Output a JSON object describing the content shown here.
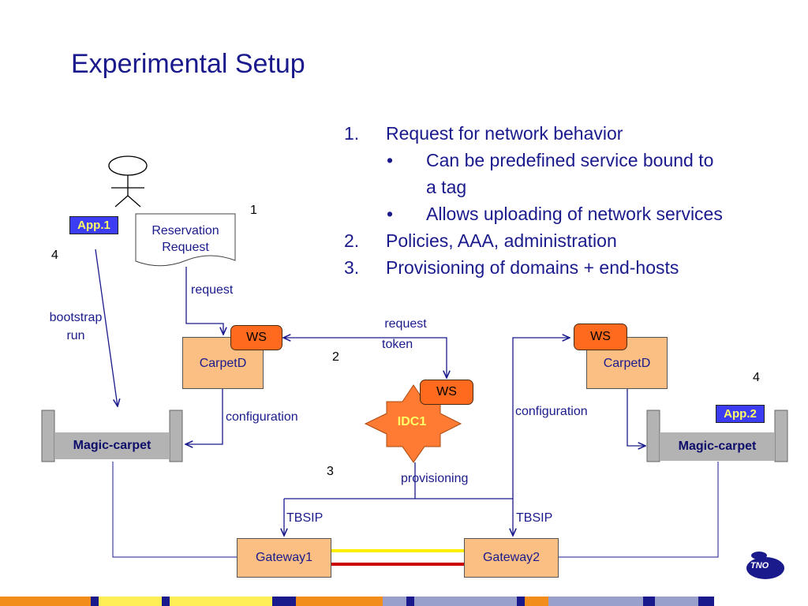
{
  "title": "Experimental Setup",
  "list": {
    "items": [
      {
        "num": "1.",
        "text": "Request for network behavior"
      },
      {
        "bullet": "•",
        "text": "Can be predefined service bound to"
      },
      {
        "text": "a tag"
      },
      {
        "bullet": "•",
        "text": "Allows uploading of network services"
      },
      {
        "num": "2.",
        "text": "Policies, AAA, administration"
      },
      {
        "num": "3.",
        "text": "Provisioning of domains + end-hosts"
      }
    ]
  },
  "diagram": {
    "app1": "App.1",
    "app2": "App.2",
    "reservation": {
      "line1": "Reservation",
      "line2": "Request"
    },
    "ws": "WS",
    "carpetd": "CarpetD",
    "idc": "IDC1",
    "magic_carpet": "Magic-carpet",
    "gateway1": "Gateway1",
    "gateway2": "Gateway2",
    "labels": {
      "request": "request",
      "request_token_1": "request",
      "request_token_2": "token",
      "bootstrap_1": "bootstrap",
      "bootstrap_2": "run",
      "configuration": "configuration",
      "provisioning": "provisioning",
      "tbsip": "TBSIP"
    },
    "step_numbers": {
      "one": "1",
      "two": "2",
      "three": "3",
      "four": "4"
    }
  },
  "colors": {
    "title": "#1a1a8c",
    "carpetd_fill": "#fbbf84",
    "ws_fill": "#ff6a1f",
    "idc_fill": "#ff7a33",
    "magic_carpet_fill": "#b3b3b3",
    "app_fill": "#3c3cf2",
    "link_yellow": "#ffee00",
    "link_red": "#cc0000"
  },
  "logo_text": "TNO"
}
